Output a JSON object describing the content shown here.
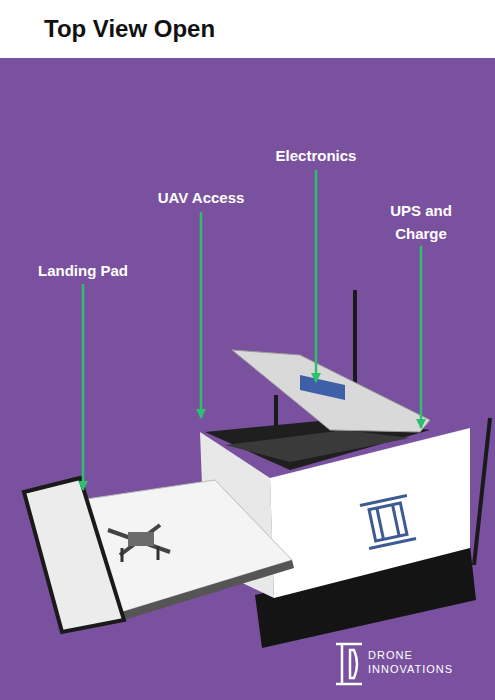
{
  "diagram": {
    "title": "Top View Open",
    "labels": [
      "Landing Pad",
      "UAV Access",
      "Electronics",
      "UPS and Charge",
      "DRONE INNOVATIONS"
    ]
  }
}
